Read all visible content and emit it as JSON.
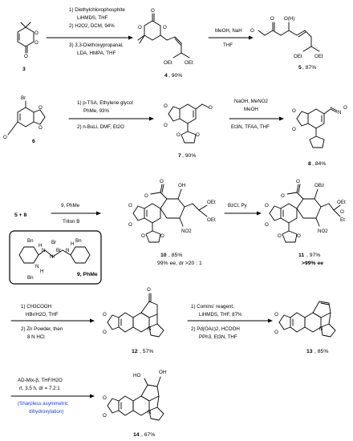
{
  "compounds": [
    {
      "num": "3",
      "yield": ""
    },
    {
      "num": "4",
      "yield": ", 90%"
    },
    {
      "num": "5",
      "yield": ", 87%"
    },
    {
      "num": "6",
      "yield": ""
    },
    {
      "num": "7",
      "yield": " , 90%"
    },
    {
      "num": "8",
      "yield": ", 84%"
    },
    {
      "num": "10",
      "yield": ", 85%",
      "ee": "99% ee, dr >20 : 1"
    },
    {
      "num": "11",
      "yield": ", 97%",
      "ee": ">99% ee"
    },
    {
      "num": "12",
      "yield": " , 57%"
    },
    {
      "num": "13",
      "yield": ", 85%"
    },
    {
      "num": "14",
      "yield": ", 67%"
    }
  ],
  "conditions": {
    "r1": [
      "1) Diethylchlorophosphite",
      "LiHMDS, THF",
      "2) H2O2, DCM, 94%",
      "3) 3,3-Diethoxypropanal,",
      "LDA, HMPA, THF"
    ],
    "r2": [
      "MeOH, NaH",
      "THF"
    ],
    "r3": [
      "1) p-TSA, Ethylene glycol",
      "PhMe, 93%",
      "2) n-BuLi, DMF, Et2O"
    ],
    "r4": [
      "NaOH, MeNO2",
      "MeOH",
      "Et3N, TFAA, THF"
    ],
    "r5": [
      "5 + 8",
      "9, PhMe",
      "Triton B"
    ],
    "r6": [
      "BzCl, Py"
    ],
    "r7": [
      "1) CH3COOH",
      "HBr/H2O, THF",
      "2) Zn Powder, then",
      "8 N HCl"
    ],
    "r8": [
      "1) Comins' reagent,",
      "LiHMDS, THF, 87%",
      "2) Pd(OAc)2, HCOOH",
      "PPh3, Et3N, THF"
    ],
    "r9": [
      "AD-Mix-β, THF/H2O",
      "rt, 3.5 h, dr = 7.2:1",
      "(Sharpless asymmetric",
      "dihydroxylation)"
    ]
  },
  "atoms": {
    "o": "O",
    "oh": "OH",
    "oh_paren": "O(H)",
    "ho": "HO",
    "br": "Br",
    "bn": "Bn",
    "n": "N",
    "h": "H",
    "ni": "Ni",
    "oet": "OEt",
    "et": "Et",
    "no2": "NO2",
    "obz": "OBz",
    "noo": "N",
    "oo": "O"
  },
  "colors": {
    "blue_note": "#1a3fd6",
    "ink": "#000000"
  }
}
